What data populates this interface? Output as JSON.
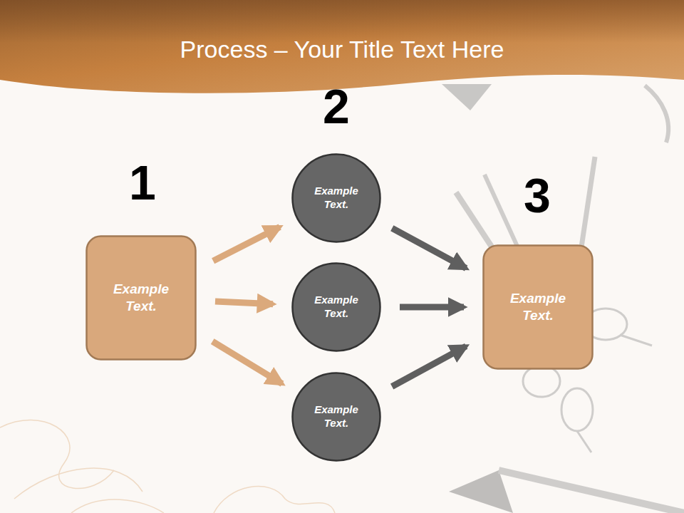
{
  "diagram": {
    "title": "Process – Your Title Text Here",
    "nodes": [
      {
        "text": [
          "Example Text."
        ]
      },
      {
        "text": [
          "Example Text."
        ]
      },
      {
        "text": [
          "Example Text."
        ]
      },
      {
        "text": [
          "Example Text."
        ]
      },
      {
        "text": [
          "Example Text."
        ]
      }
    ],
    "edges": [
      {
        "from": 0,
        "to": 1,
        "arrow": "to"
      },
      {
        "from": 0,
        "to": 2,
        "arrow": "to"
      },
      {
        "from": 0,
        "to": 3,
        "arrow": "to"
      },
      {
        "from": 1,
        "to": 4,
        "arrow": "to"
      },
      {
        "from": 2,
        "to": 4,
        "arrow": "to"
      },
      {
        "from": 3,
        "to": 4,
        "arrow": "to"
      }
    ],
    "labels": [
      "1",
      "2",
      "3"
    ]
  }
}
